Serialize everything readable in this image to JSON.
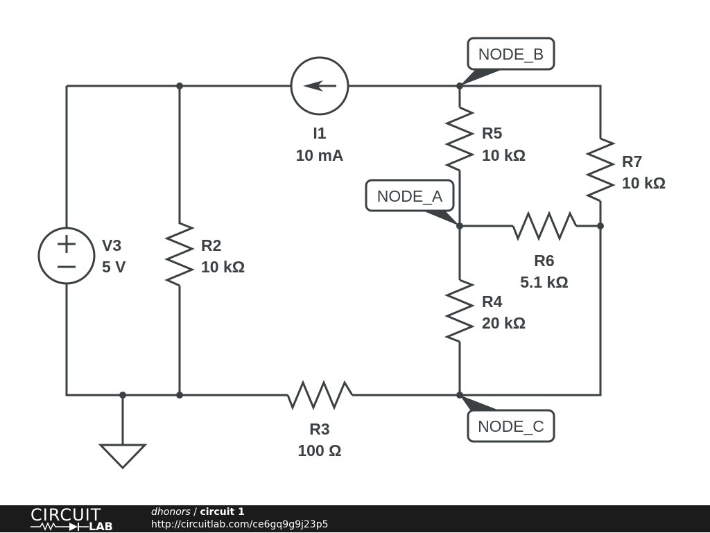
{
  "components": {
    "I1": {
      "name": "I1",
      "value": "10 mA"
    },
    "V3": {
      "name": "V3",
      "value": "5 V"
    },
    "R2": {
      "name": "R2",
      "value": "10 kΩ"
    },
    "R3": {
      "name": "R3",
      "value": "100 Ω"
    },
    "R4": {
      "name": "R4",
      "value": "20 kΩ"
    },
    "R5": {
      "name": "R5",
      "value": "10 kΩ"
    },
    "R6": {
      "name": "R6",
      "value": "5.1 kΩ"
    },
    "R7": {
      "name": "R7",
      "value": "10 kΩ"
    }
  },
  "nodes": {
    "a": "NODE_A",
    "b": "NODE_B",
    "c": "NODE_C"
  },
  "footer": {
    "logo_top": "CIRCUIT",
    "logo_bottom": "LAB",
    "user": "dhonors",
    "separator": " / ",
    "title": "circuit 1",
    "url": "http://circuitlab.com/ce6gq9g9j23p5"
  }
}
